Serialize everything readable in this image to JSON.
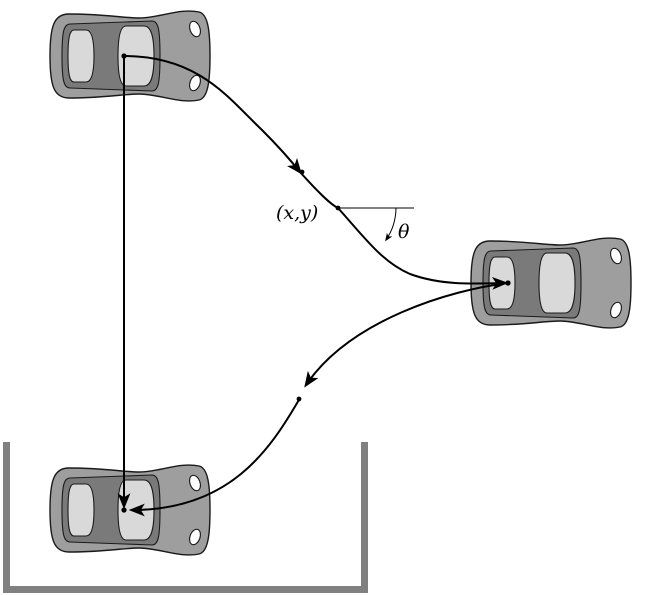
{
  "labels": {
    "point": "(x,y)",
    "angle": "θ"
  },
  "colors": {
    "car_body": "#9e9e9e",
    "car_cabin": "#7a7a7a",
    "car_glass": "#d9d9d9",
    "parking_bay": "#808080",
    "path": "#000000"
  },
  "icons": [
    "car-start",
    "car-intermediate",
    "car-parked",
    "parking-bay"
  ]
}
